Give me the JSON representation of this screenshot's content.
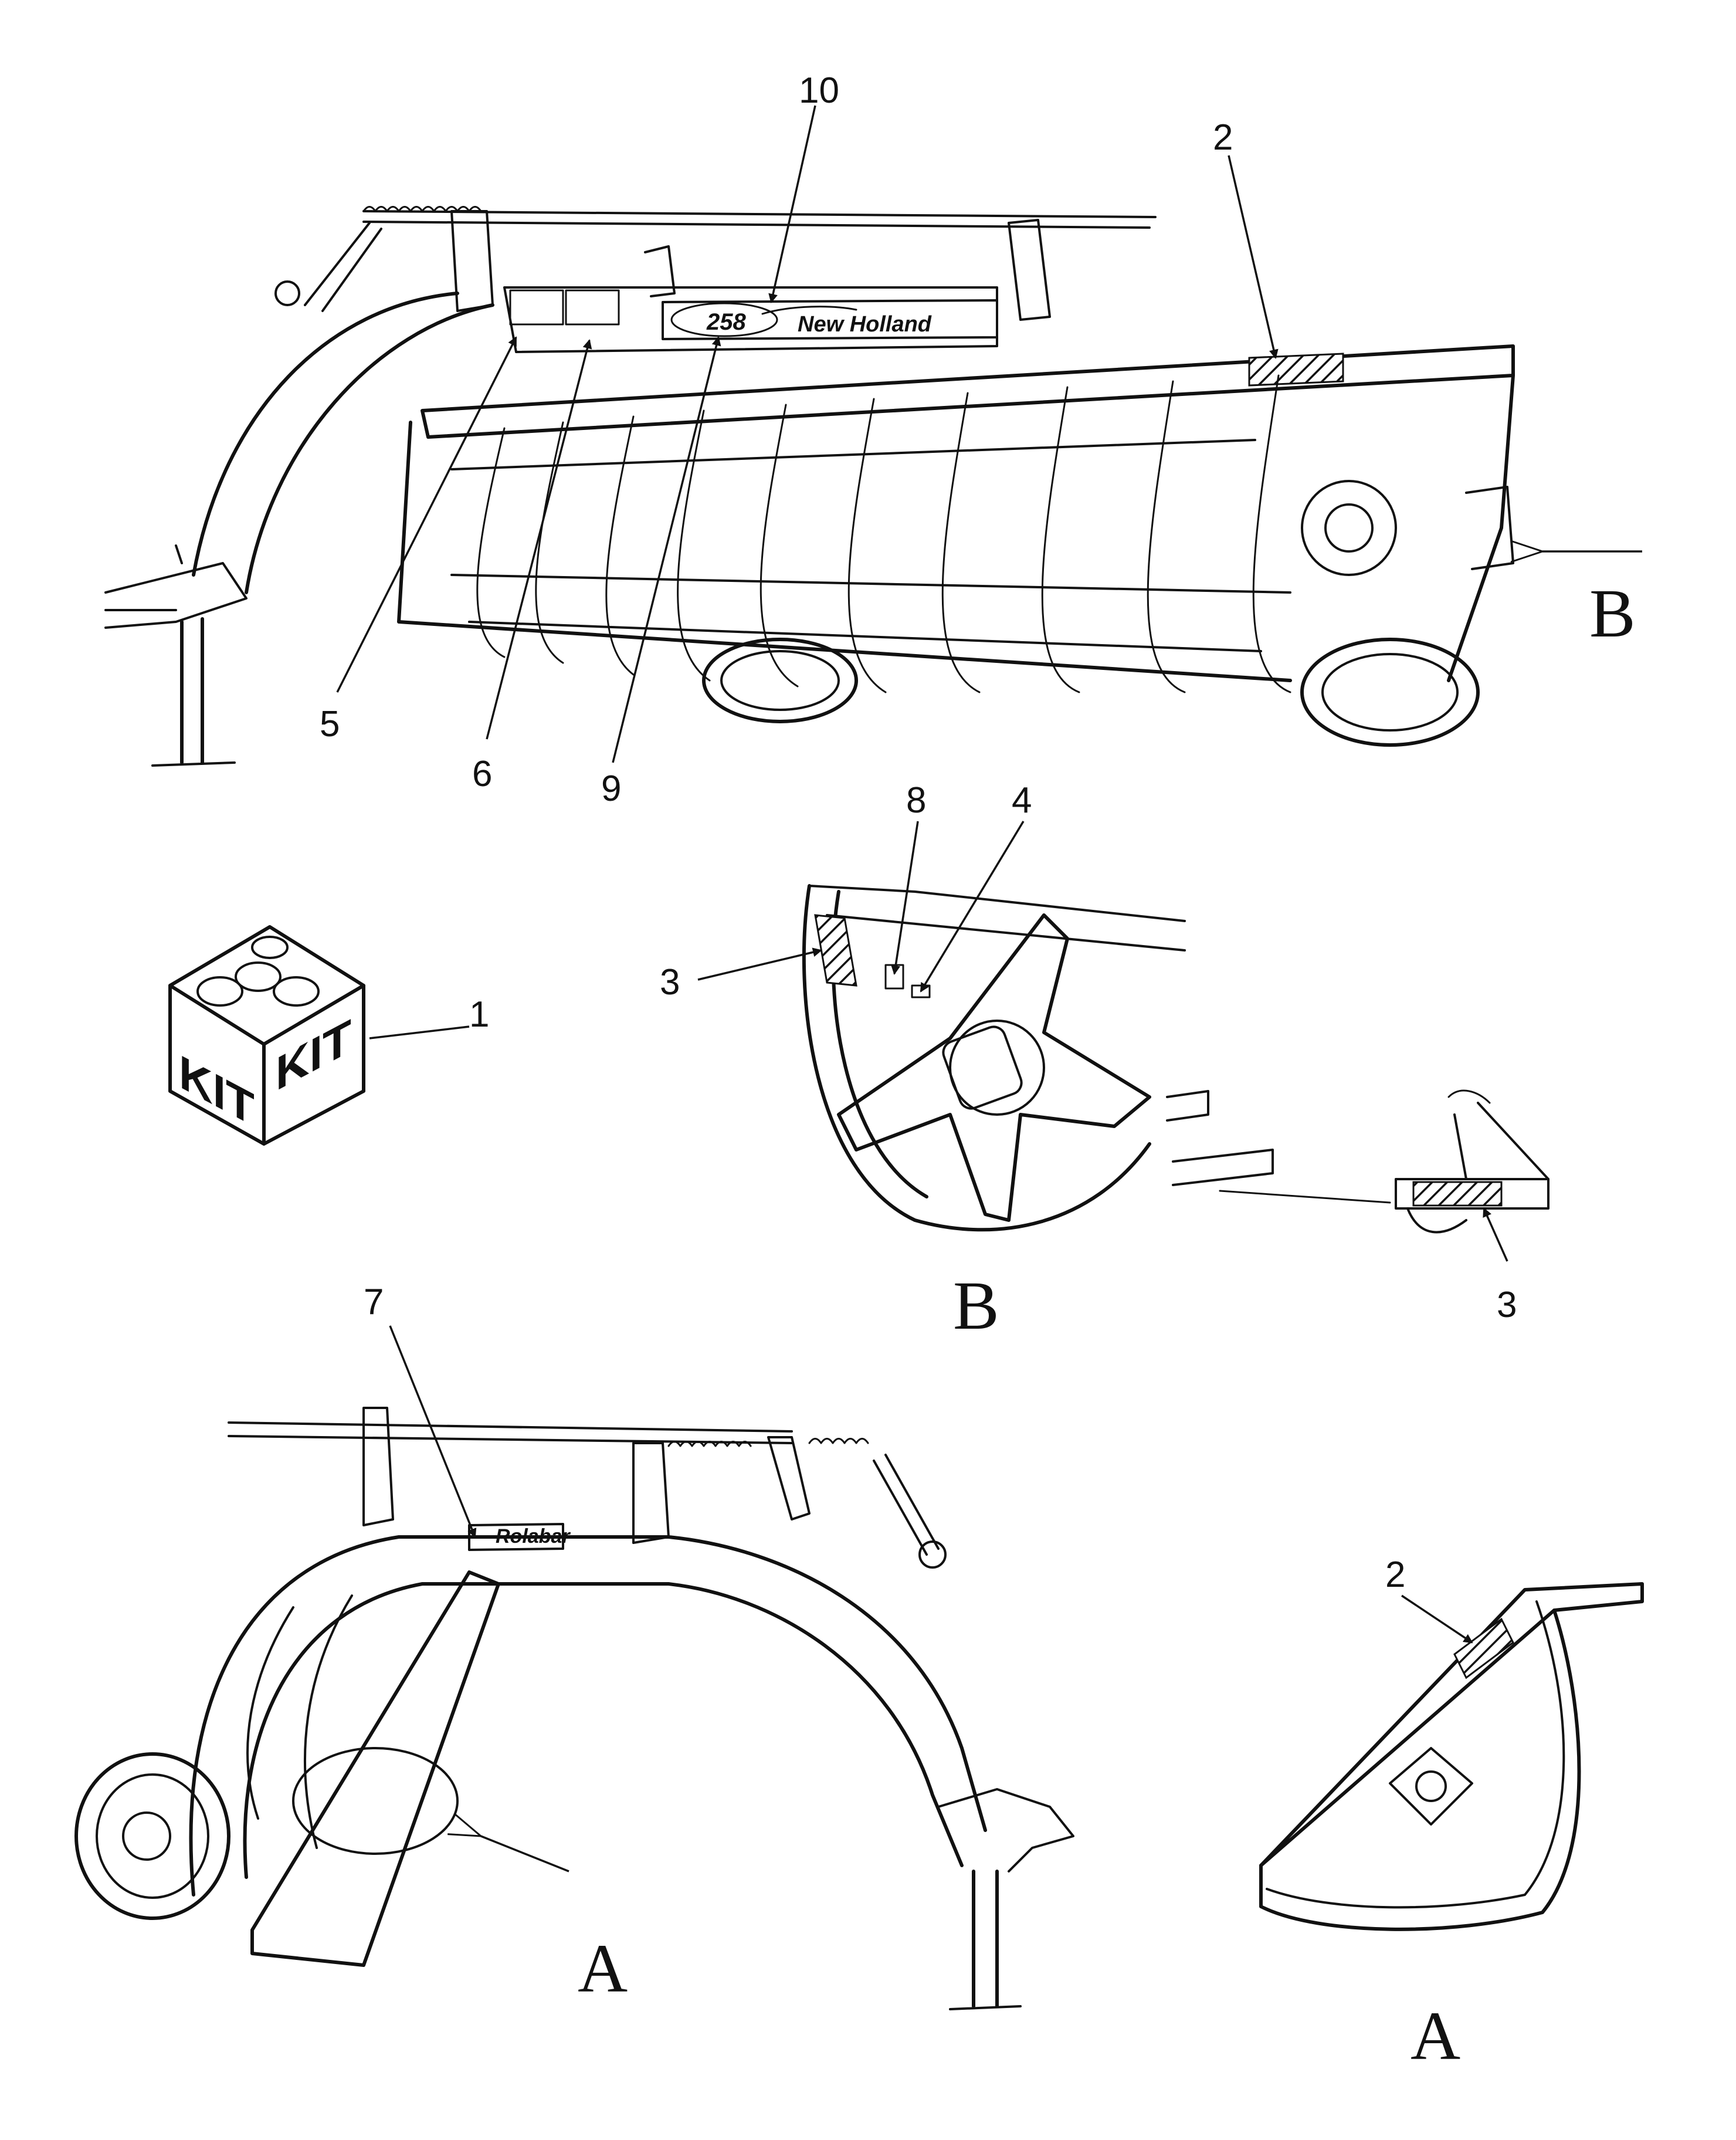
{
  "callouts": [
    {
      "id": "1",
      "label": "1"
    },
    {
      "id": "2a",
      "label": "2"
    },
    {
      "id": "2b",
      "label": "2"
    },
    {
      "id": "3a",
      "label": "3"
    },
    {
      "id": "3b",
      "label": "3"
    },
    {
      "id": "4",
      "label": "4"
    },
    {
      "id": "5",
      "label": "5"
    },
    {
      "id": "6",
      "label": "6"
    },
    {
      "id": "7",
      "label": "7"
    },
    {
      "id": "8",
      "label": "8"
    },
    {
      "id": "9",
      "label": "9"
    },
    {
      "id": "10",
      "label": "10"
    }
  ],
  "view_labels": {
    "b_arrow": "B",
    "b_detail": "B",
    "a_arrow": "A",
    "a_detail": "A"
  },
  "decals": {
    "model_number": "258",
    "brand": "New Holland",
    "rolabar": "Rolabar",
    "kit_left": "KIT",
    "kit_right": "KIT"
  }
}
